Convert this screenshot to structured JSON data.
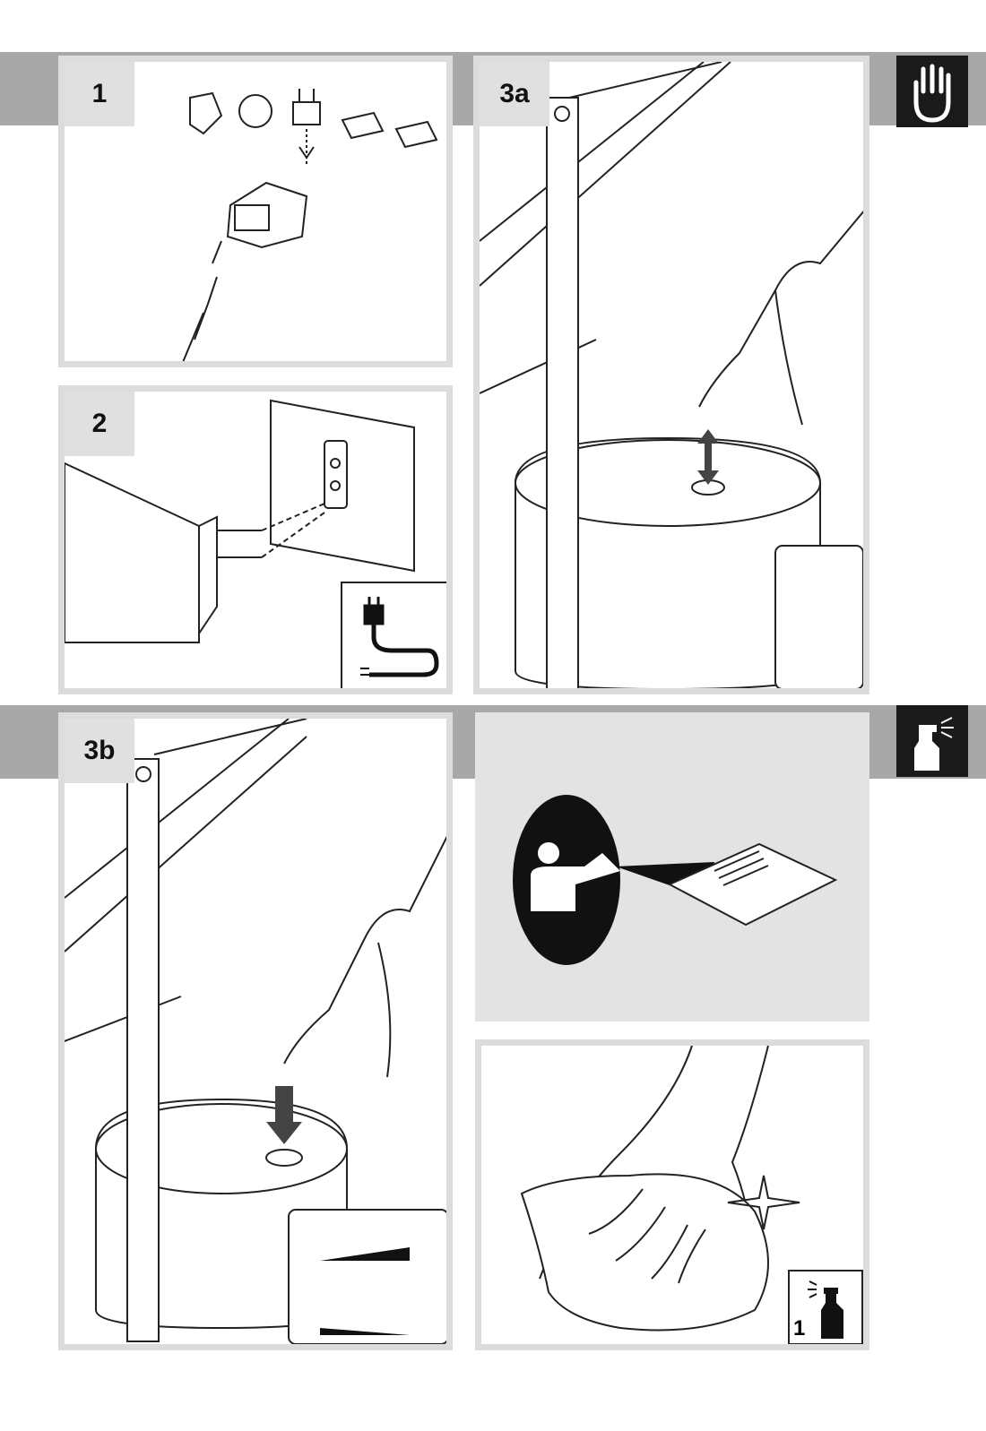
{
  "steps": {
    "step1": "1",
    "step2": "2",
    "step3a": "3a",
    "step3b": "3b"
  },
  "icons": {
    "attention": "hand-stop-icon",
    "cleaning": "spray-bottle-icon",
    "read_manual": "read-manual-icon",
    "plug": "plug-cable-icon"
  },
  "cleaning_panel": {
    "spray_count": "1"
  }
}
